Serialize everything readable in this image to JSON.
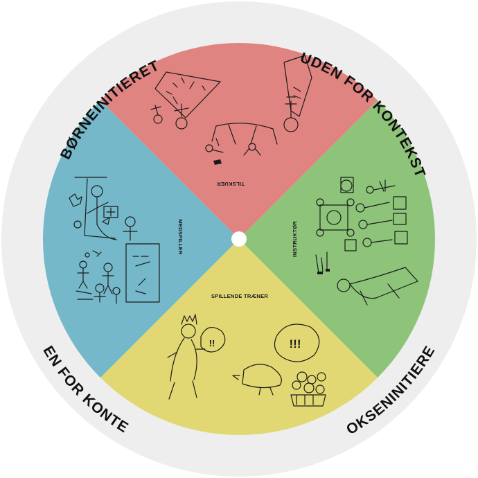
{
  "ring": {
    "top_left": "BØRNEINITIERET",
    "top_right": "UDEN FOR KONTEKST",
    "bottom_right": "VOKSENINITIERET",
    "bottom_left": "INDEN FOR KONTEKST"
  },
  "quadrants": {
    "top": {
      "label": "TILSKUER",
      "color": "#e08482"
    },
    "right": {
      "label": "INSTRUKTØR",
      "color": "#8dc479"
    },
    "bottom": {
      "label": "SPILLENDE TRÆNER",
      "color": "#e2d873"
    },
    "left": {
      "label": "MEDSPILLER",
      "color": "#75b8c9"
    }
  },
  "colors": {
    "ring": "#eeeeee",
    "center_hole": "#ffffff"
  },
  "icons": {
    "top": "spectator-sketch-icon",
    "right": "instructor-sketch-icon",
    "bottom": "playing-coach-sketch-icon",
    "left": "co-player-sketch-icon"
  },
  "speech_bubbles": {
    "small": "!!",
    "large": "!!!"
  }
}
